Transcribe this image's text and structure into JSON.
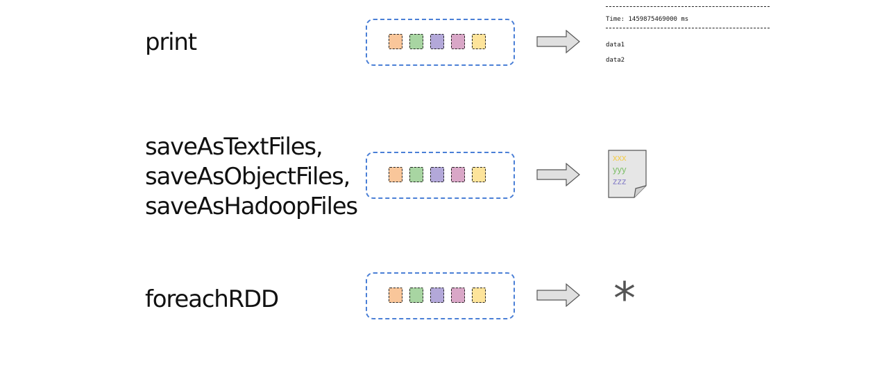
{
  "colors": {
    "dstream_border": "#4a7fd6",
    "rdd_fills": [
      "#f9c69a",
      "#a8d5a2",
      "#b3a8d9",
      "#d9a7c7",
      "#fde49b"
    ],
    "arrow_fill": "#e0e0e0",
    "arrow_stroke": "#555555",
    "file_fill": "#e6e6e6",
    "file_line_colors": [
      "#f4cc4a",
      "#7fbf6a",
      "#8a83c9"
    ]
  },
  "rows": [
    {
      "id": "print",
      "label_lines": [
        "print"
      ],
      "output": {
        "type": "console",
        "time_line": "Time: 1459875469000 ms",
        "data_lines": [
          "data1",
          "data2"
        ]
      }
    },
    {
      "id": "save",
      "label_lines": [
        "saveAsTextFiles,",
        "saveAsObjectFiles,",
        "saveAsHadoopFiles"
      ],
      "output": {
        "type": "file",
        "icon": "document-icon",
        "file_lines": [
          "xxx",
          "yyy",
          "zzz"
        ]
      }
    },
    {
      "id": "foreach",
      "label_lines": [
        "foreachRDD"
      ],
      "output": {
        "type": "symbol",
        "icon": "asterisk-icon",
        "glyph": "*"
      }
    }
  ]
}
